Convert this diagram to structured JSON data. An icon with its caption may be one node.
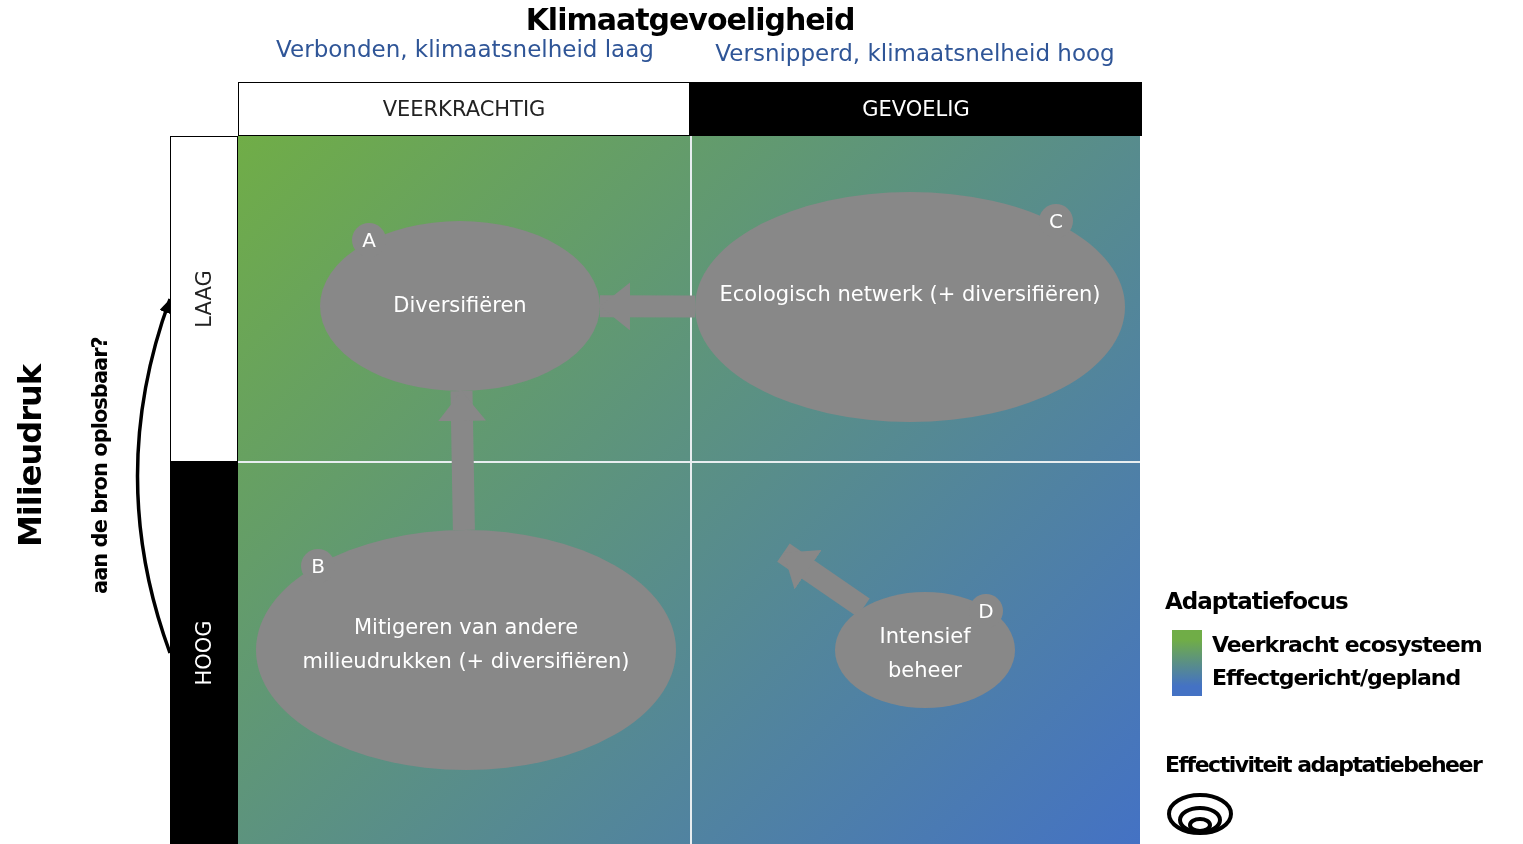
{
  "diagram": {
    "title": "Klimaatgevoeligheid",
    "nodes": [
      {
        "text": [
          "VEERKRACHTIG"
        ]
      },
      {
        "text": [
          "GEVOELIG"
        ]
      },
      {
        "text": [
          "LAAG"
        ]
      },
      {
        "text": [
          "HOOG"
        ]
      },
      {
        "text": [
          "A",
          "Diversifiëren"
        ]
      },
      {
        "text": [
          "C",
          "Ecologisch netwerk (+ diversifiëren)"
        ]
      },
      {
        "text": [
          "B",
          "Mitigeren van andere milieudrukken (+ diversifiëren)"
        ]
      },
      {
        "text": [
          "D",
          "Intensief beheer"
        ]
      }
    ],
    "edges": [
      {
        "from": 5,
        "to": 4,
        "arrow": "to"
      },
      {
        "from": 6,
        "to": 4,
        "arrow": "to"
      },
      {
        "from": 7,
        "to": null,
        "arrow": "to"
      },
      {
        "from": 3,
        "to": 2,
        "arrow": "to",
        "label": "aan de bron oplosbaar?",
        "color": "#000000"
      }
    ],
    "labels": [
      "Verbonden, klimaatsnelheid laag",
      "Versnipperd, klimaatsnelheid hoog",
      "Milieudruk",
      "Adaptatiefocus"
    ],
    "legend": [
      {
        "text": "Veerkracht ecosysteem",
        "color": "#70ad47"
      },
      {
        "text": "Effectgericht/gepland",
        "color": "#4472c4"
      },
      {
        "text": "Effectiviteit adaptatiebeheer"
      }
    ]
  }
}
